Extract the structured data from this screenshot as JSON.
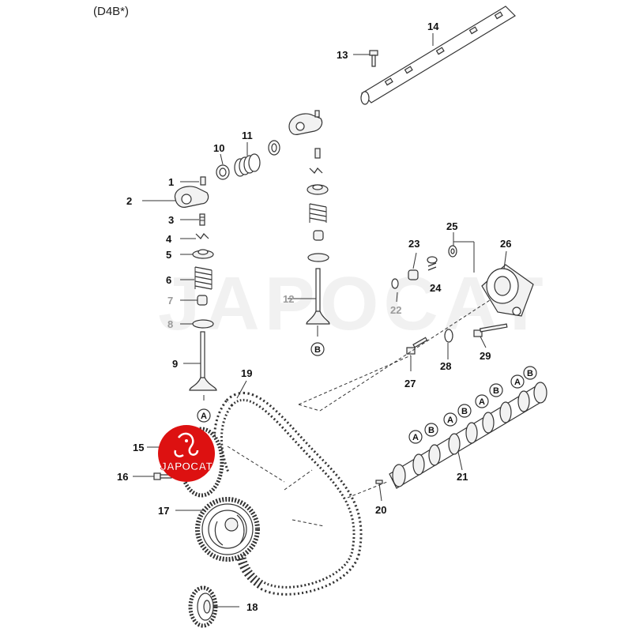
{
  "model_code": "(D4B*)",
  "watermark": "JAPOCAT",
  "logo_text": "JAPOCAT",
  "part_numbers": [
    "1",
    "2",
    "3",
    "4",
    "5",
    "6",
    "7",
    "8",
    "9",
    "10",
    "11",
    "12",
    "13",
    "14",
    "15",
    "16",
    "17",
    "18",
    "19",
    "20",
    "21",
    "22",
    "23",
    "24",
    "25",
    "26",
    "27",
    "28",
    "29"
  ],
  "grey_part_numbers": [
    "7",
    "8",
    "12",
    "22"
  ],
  "reference_markers": [
    "A",
    "B"
  ],
  "colors": {
    "line": "#333333",
    "logo_red": "#dd1111",
    "grey_label": "#9a9a9a"
  }
}
